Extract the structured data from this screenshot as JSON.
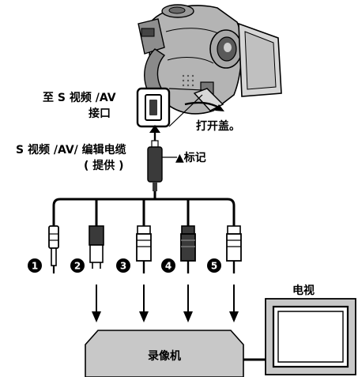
{
  "labels": {
    "port": "至 S 视频 /AV",
    "port_sub": "接口",
    "open_cover": "打开盖。",
    "cable": "S 视频 /AV/ 编辑电缆",
    "cable_sub": "( 提供 )",
    "mark": "▲标记",
    "tv": "电视",
    "vcr": "录像机"
  },
  "plugs": [
    {
      "number": "1",
      "kind": "mini-plug"
    },
    {
      "number": "2",
      "kind": "s-video"
    },
    {
      "number": "3",
      "kind": "rca-white"
    },
    {
      "number": "4",
      "kind": "rca-dark"
    },
    {
      "number": "5",
      "kind": "rca-white"
    }
  ],
  "colors": {
    "ink": "#000000",
    "device_fill": "#c8c8c8",
    "camera_fill": "#b4b4b4",
    "plug_dark": "#3a3a3a",
    "background": "#ffffff"
  }
}
